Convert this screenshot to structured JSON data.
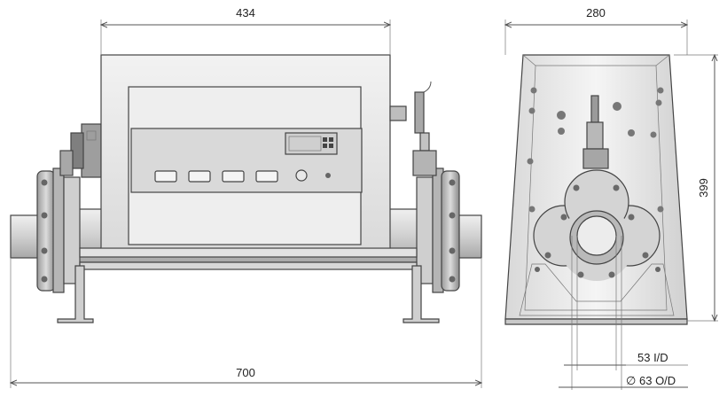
{
  "dimensions": {
    "overall_width": "434",
    "overall_length": "700",
    "side_width": "280",
    "height": "399",
    "inner_diameter": "53 I/D",
    "outer_diameter": "63 O/D",
    "diameter_symbol": "∅"
  },
  "colors": {
    "body_light": "#e6e6e6",
    "body_mid": "#c8c8c8",
    "body_dark": "#8f8f8f",
    "panel": "#d9d9d9",
    "line": "#555555"
  },
  "icons": {
    "control_buttons": "rounded-rect-button",
    "display": "lcd-display",
    "knob": "round-knob"
  }
}
